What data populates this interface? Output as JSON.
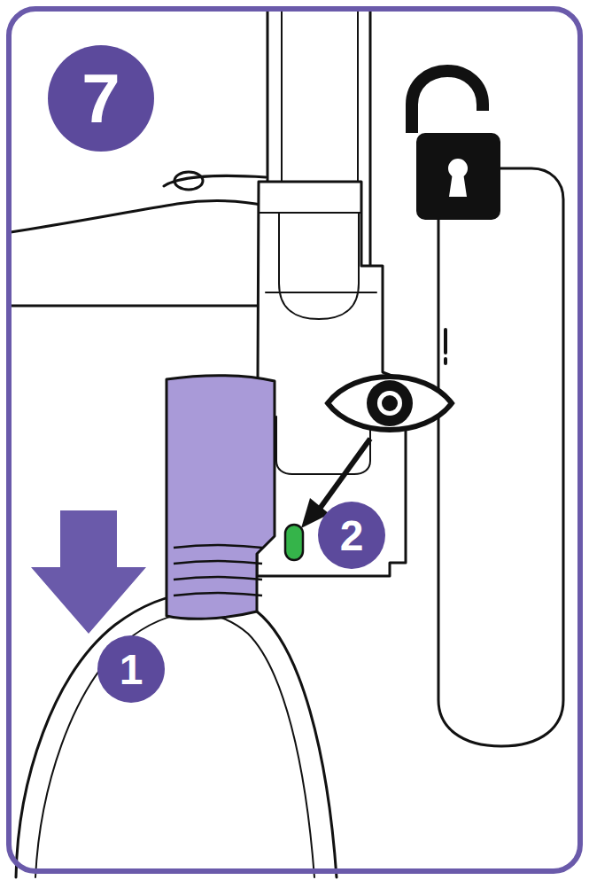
{
  "diagram": {
    "labels": [
      "7",
      "1",
      "2"
    ]
  }
}
